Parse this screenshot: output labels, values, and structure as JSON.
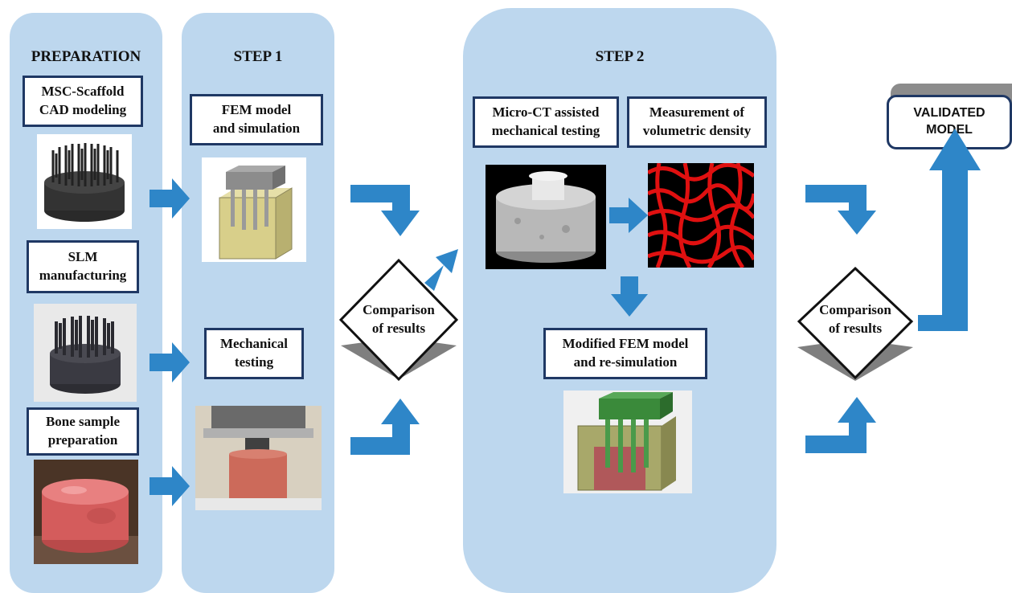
{
  "columns": {
    "preparation": {
      "title": "PREPARATION"
    },
    "step1": {
      "title": "STEP 1"
    },
    "step2": {
      "title": "STEP 2"
    }
  },
  "boxes": {
    "cad": "MSC-Scaffold\nCAD modeling",
    "slm": "SLM\nmanufacturing",
    "bone": "Bone sample\npreparation",
    "fem": "FEM model\nand simulation",
    "mech": "Mechanical\ntesting",
    "microct": "Micro-CT assisted\nmechanical testing",
    "density": "Measurement of\nvolumetric density",
    "modfem": "Modified FEM model\nand re-simulation"
  },
  "comparison1": "Comparison\nof results",
  "comparison2": "Comparison\nof results",
  "validated": "VALIDATED\nMODEL",
  "colors": {
    "panel": "#bdd7ee",
    "arrow": "#2e86c8",
    "box_border": "#1f3864"
  },
  "icons": {
    "arrow": "arrow-icon"
  }
}
